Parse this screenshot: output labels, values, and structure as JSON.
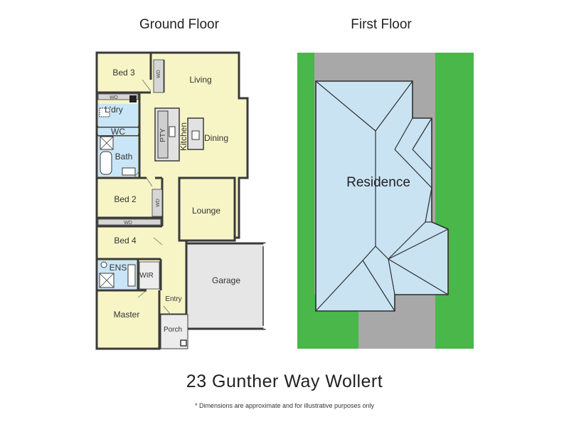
{
  "headings": {
    "ground_floor": "Ground Floor",
    "first_floor": "First Floor"
  },
  "ground_floor": {
    "rooms": {
      "bed3": "Bed 3",
      "living": "Living",
      "laundry": "L'dry",
      "wc": "WC",
      "kitchen": "Kitchen",
      "pantry": "PTY",
      "dining": "Dining",
      "bath": "Bath",
      "bed2": "Bed 2",
      "lounge": "Lounge",
      "bed4": "Bed 4",
      "ensuite": "ENS",
      "wir": "WIR",
      "garage": "Garage",
      "entry": "Entry",
      "master": "Master",
      "porch": "Porch"
    },
    "wardrobe_label": "WD"
  },
  "first_floor": {
    "label": "Residence"
  },
  "colors": {
    "room_fill": "#f7f5c6",
    "wet_area": "#c9e6f8",
    "garage": "#e6e6e6",
    "wall": "#3a3a3a",
    "lawn": "#49b74a",
    "driveway": "#a8a8a8",
    "roof": "#c9e3f3"
  },
  "address": "23 Gunther Way Wollert",
  "footnote": "* Dimensions are approximate and for illustrative purposes only"
}
